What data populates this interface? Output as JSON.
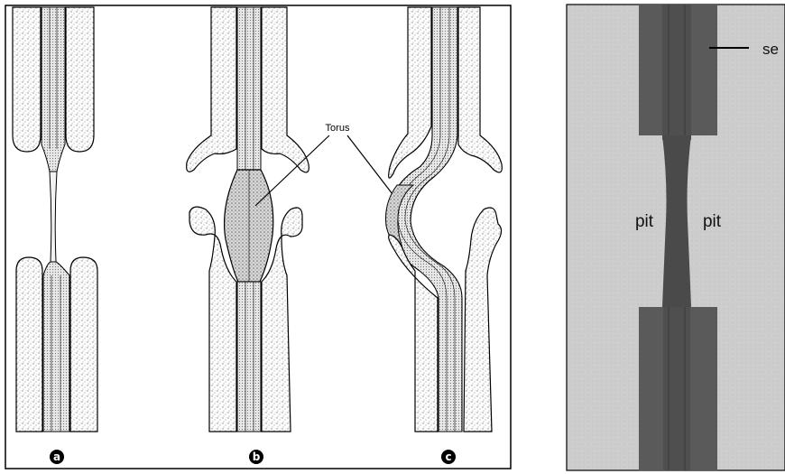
{
  "left_figure": {
    "panel_labels": [
      "a",
      "b",
      "c"
    ],
    "torus_label": "Torus"
  },
  "right_figure": {
    "pit_label_left": "pit",
    "pit_label_right": "pit",
    "edge_label": "se"
  },
  "colors": {
    "stipple": "#9a9a9a",
    "outline": "#000000",
    "right_bg": "#cfcfcf",
    "wall_dark": "#5a5a5a",
    "membrane_dark": "#4a4a4a"
  }
}
